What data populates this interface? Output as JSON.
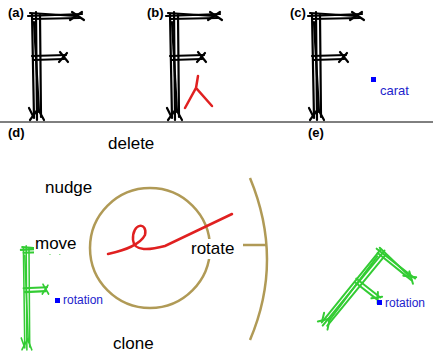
{
  "diagram": {
    "labels": [
      "(a)",
      "(b)",
      "(c)",
      "carat",
      "(d)",
      "delete",
      "nudge",
      "move",
      "rotate",
      "clone",
      "rotation",
      "(e)",
      "rotation"
    ]
  }
}
